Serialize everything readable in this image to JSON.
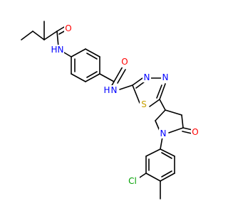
{
  "molecule": {
    "atoms": [
      {
        "id": "N_amide1",
        "text": "N",
        "sub": "H",
        "color": "#0000ff"
      },
      {
        "id": "O_amide1",
        "text": "O",
        "color": "#ff0000"
      },
      {
        "id": "O_amide2",
        "text": "O",
        "color": "#ff0000"
      },
      {
        "id": "N_amide2",
        "text": "N",
        "sub": "H",
        "color": "#0000ff"
      },
      {
        "id": "N_td1",
        "text": "N",
        "color": "#0000ff"
      },
      {
        "id": "N_td2",
        "text": "N",
        "color": "#0000ff"
      },
      {
        "id": "S_td",
        "text": "S",
        "color": "#c8a000"
      },
      {
        "id": "O_lactam",
        "text": "O",
        "color": "#ff0000"
      },
      {
        "id": "N_pyr",
        "text": "N",
        "color": "#0000ff"
      },
      {
        "id": "Cl",
        "text": "Cl",
        "color": "#00a000"
      }
    ]
  }
}
